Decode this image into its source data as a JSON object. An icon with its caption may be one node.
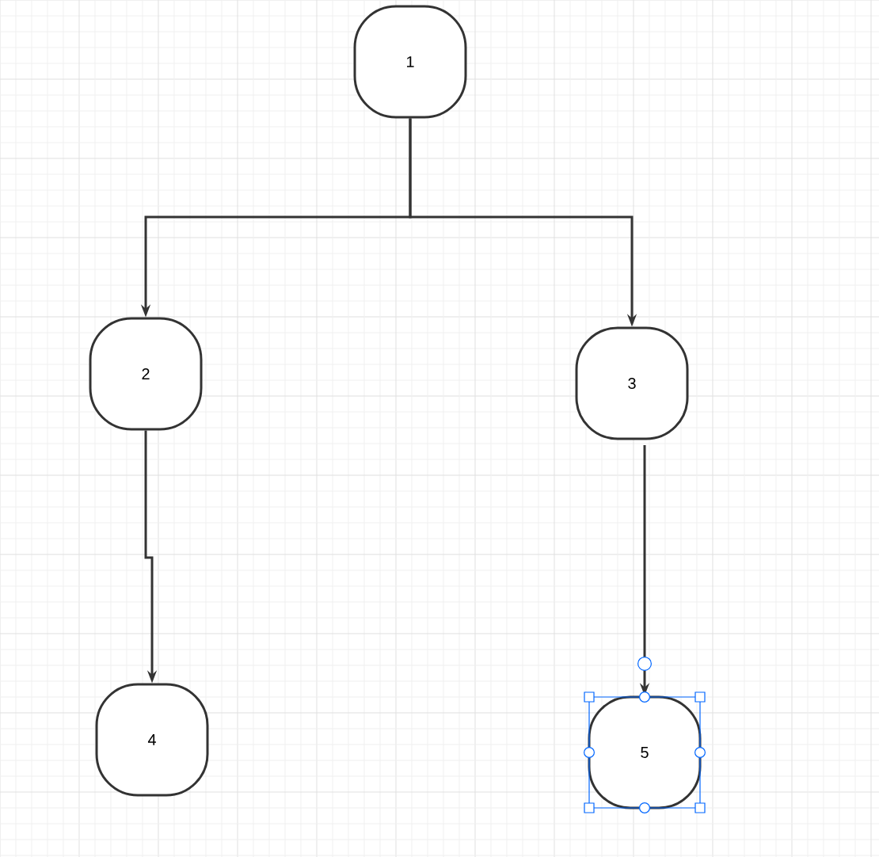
{
  "diagram": {
    "nodes": [
      {
        "text": [
          "1"
        ]
      },
      {
        "text": [
          "2"
        ]
      },
      {
        "text": [
          "3"
        ]
      },
      {
        "text": [
          "4"
        ]
      },
      {
        "text": [
          "5"
        ]
      }
    ],
    "edges": [
      {
        "from": 0,
        "to": 1,
        "arrow": "to"
      },
      {
        "from": 0,
        "to": 2,
        "arrow": "to"
      },
      {
        "from": 1,
        "to": 3,
        "arrow": "to"
      },
      {
        "from": 2,
        "to": 4,
        "arrow": "to"
      }
    ]
  }
}
